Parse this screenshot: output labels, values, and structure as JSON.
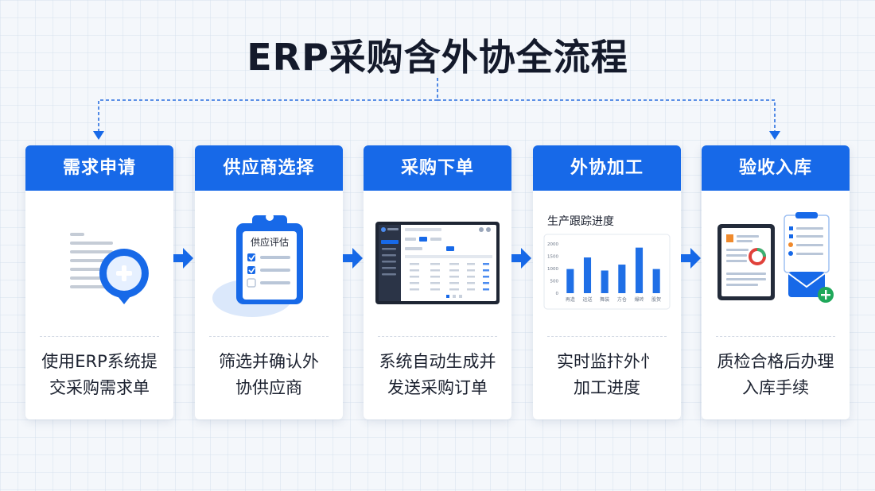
{
  "title": "ERP采购含外协全流程",
  "steps": [
    {
      "heading": "需求申请",
      "desc_lines": [
        "使用ERP系统提",
        "交采购需求单"
      ]
    },
    {
      "heading": "供应商选择",
      "desc_lines": [
        "筛选并确认外",
        "协供应商"
      ],
      "clipboard_label": "供应评估"
    },
    {
      "heading": "采购下单",
      "desc_lines": [
        "系统自动生成并",
        "发送采购订单"
      ]
    },
    {
      "heading": "外协加工",
      "desc_lines": [
        "实时监抃外忄",
        "加工进度"
      ]
    },
    {
      "heading": "验收入库",
      "desc_lines": [
        "质检合格后办理",
        "入库手续"
      ]
    }
  ],
  "chart_data": {
    "type": "bar",
    "title": "生产跟踪进度",
    "categories": [
      "再造",
      "运送",
      "舞装",
      "方仓",
      "爆砖",
      "股贺"
    ],
    "values": [
      980,
      1450,
      920,
      1160,
      1850,
      980
    ],
    "yticks": [
      "2000",
      "1500",
      "1000",
      "500",
      "0"
    ],
    "ylim": [
      0,
      2000
    ],
    "color": "#1f6fe6"
  },
  "colors": {
    "primary": "#1769e8",
    "title": "#141a2b",
    "text": "#1c2230",
    "background": "#f4f7fb"
  }
}
